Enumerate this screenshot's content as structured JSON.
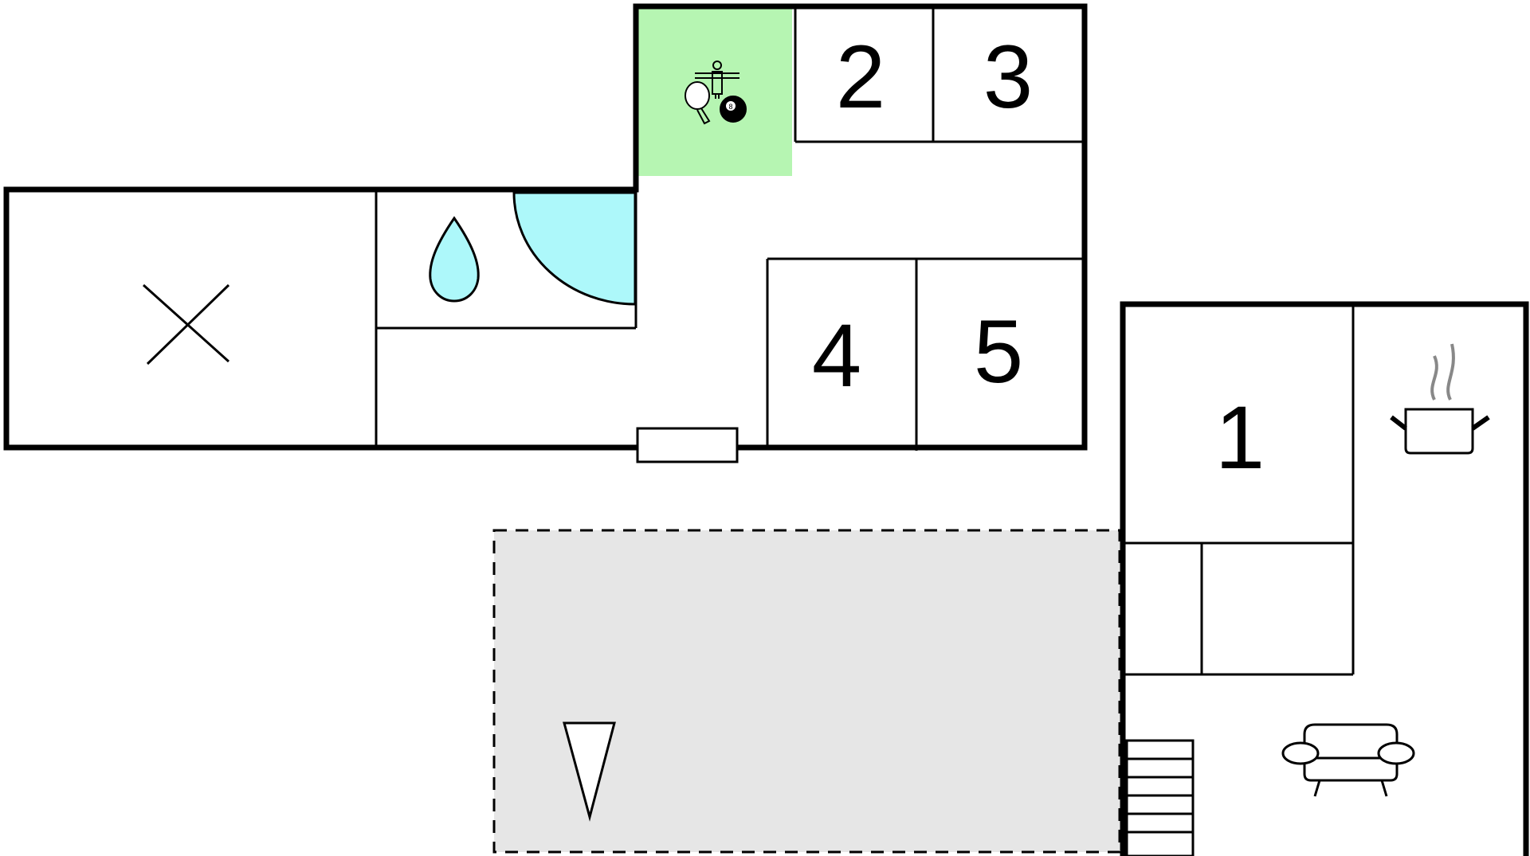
{
  "rooms": [
    {
      "id": "bedroom-1",
      "label": "1"
    },
    {
      "id": "bedroom-2",
      "label": "2"
    },
    {
      "id": "bedroom-3",
      "label": "3"
    },
    {
      "id": "bedroom-4",
      "label": "4"
    },
    {
      "id": "bedroom-5",
      "label": "5"
    }
  ],
  "icons": {
    "game_room": "game-room-icon",
    "bathroom": "water-drop-icon",
    "shower": "shower-quarter-circle-icon",
    "kitchen": "cooking-pot-icon",
    "living": "sofa-icon",
    "terrace": "terrace-pennant-icon",
    "closed_room": "cross-icon",
    "stairs": "stairs-icon",
    "window": "window-icon",
    "billiard_ball": "8"
  },
  "colors": {
    "wall": "#000000",
    "game_room": "#b6f5b2",
    "water": "#adf8fa",
    "terrace": "#e6e6e6",
    "steam": "#888888"
  }
}
